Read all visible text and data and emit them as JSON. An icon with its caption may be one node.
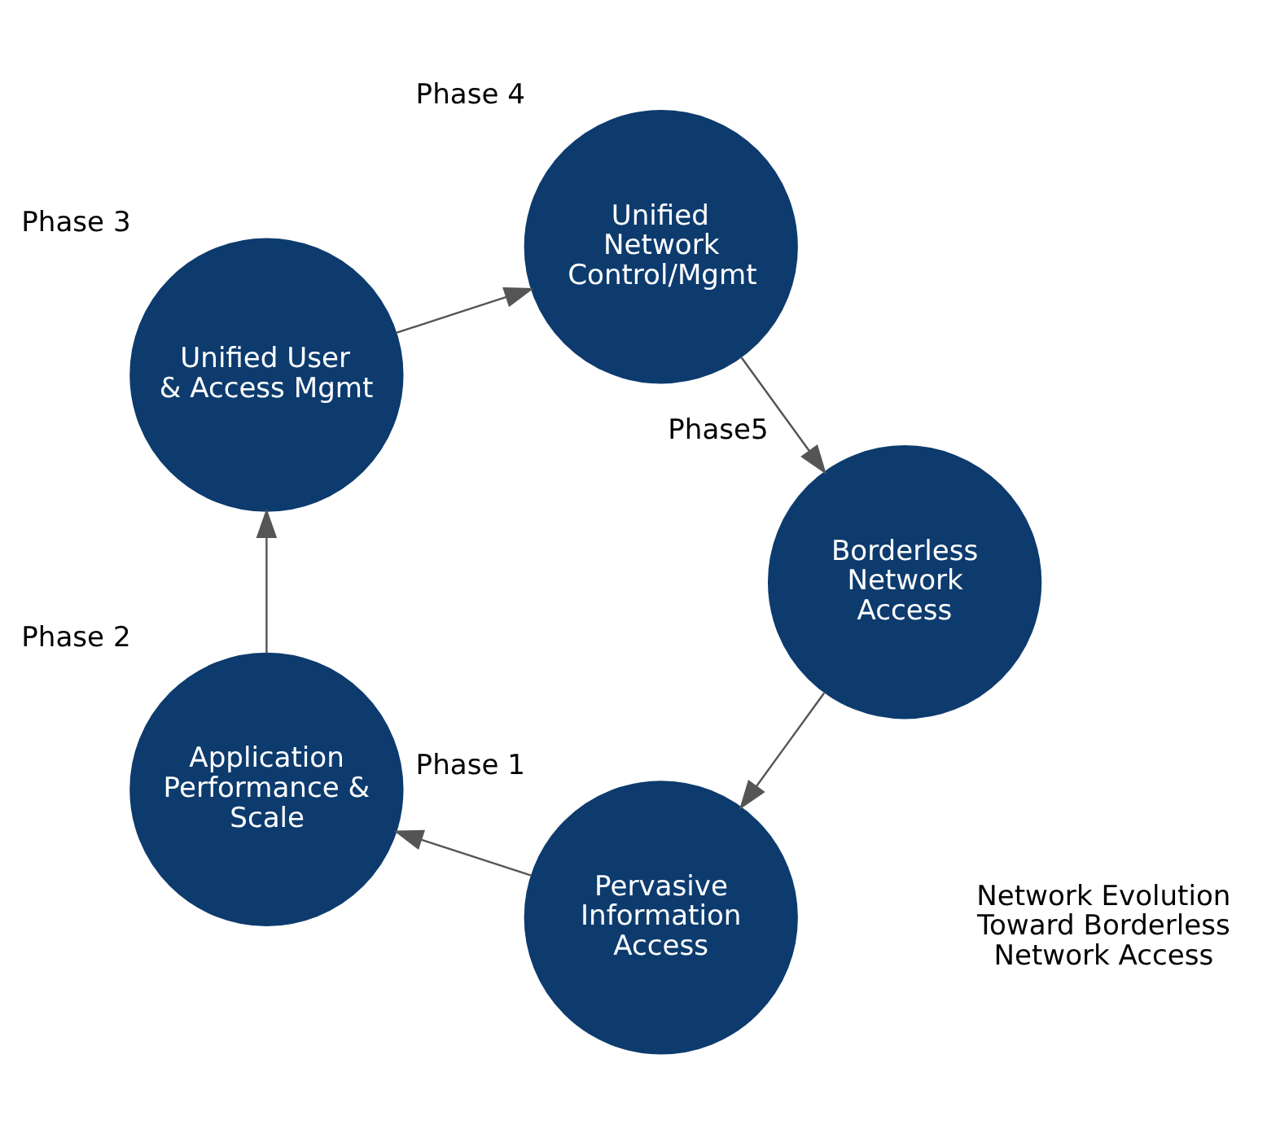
{
  "diagram": {
    "nodes": [
      {
        "text": [
          "Pervasive Information Access"
        ],
        "beside": [
          "Phase 1"
        ]
      },
      {
        "text": [
          "Application Performance & Scale"
        ],
        "beside": [
          "Phase 2"
        ]
      },
      {
        "text": [
          "Unified User & Access Mgmt"
        ],
        "beside": [
          "Phase 3"
        ]
      },
      {
        "text": [
          "Unified Network Control/Mgmt"
        ],
        "beside": [
          "Phase 4"
        ]
      },
      {
        "text": [
          "Borderless Network Access"
        ],
        "beside": [
          "Phase5"
        ]
      }
    ],
    "edges": [
      {
        "from": 0,
        "to": 1,
        "arrow": "to"
      },
      {
        "from": 1,
        "to": 2,
        "arrow": "to"
      },
      {
        "from": 2,
        "to": 3,
        "arrow": "to"
      },
      {
        "from": 3,
        "to": 4,
        "arrow": "to"
      },
      {
        "from": 4,
        "to": 0,
        "arrow": "to"
      }
    ],
    "labels": [
      "Network Evolution Toward Borderless Network Access"
    ]
  }
}
